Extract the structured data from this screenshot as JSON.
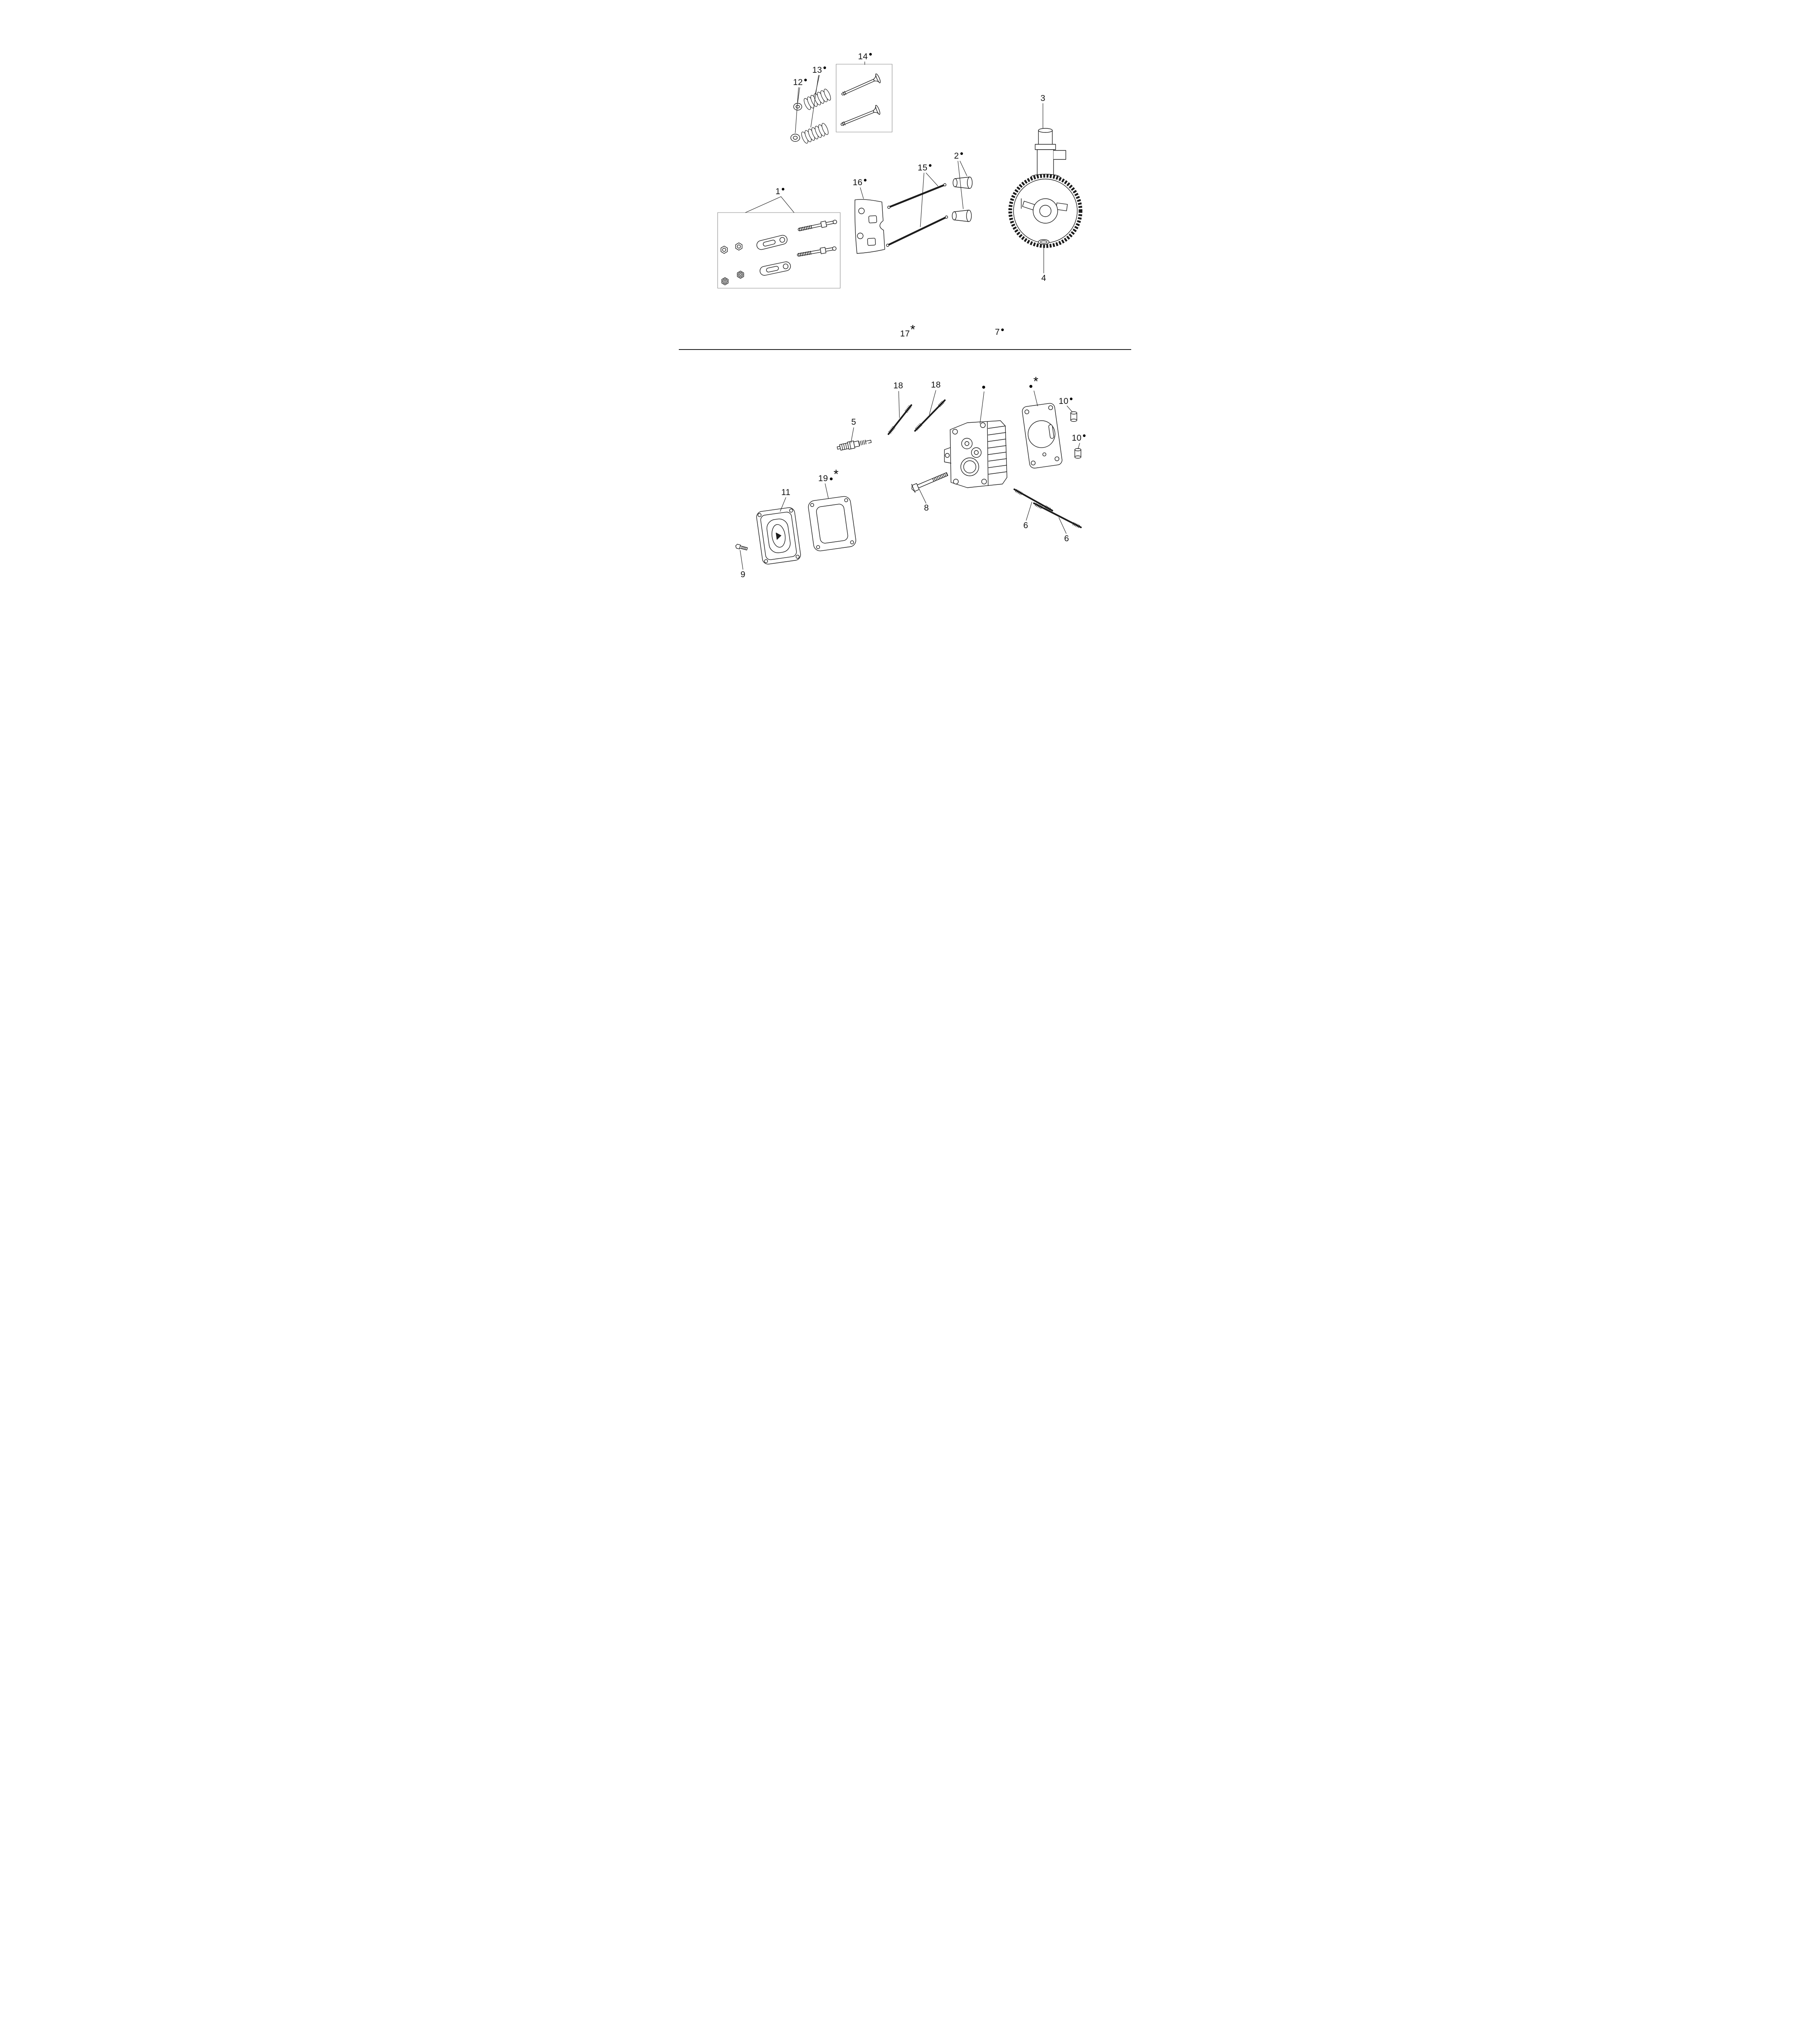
{
  "page": {
    "background": "#ffffff",
    "line_color": "#1c1c1c",
    "box_color": "#8a8a8a",
    "divider_color": "#1c1c1c"
  },
  "symbols": {
    "dot": "●",
    "asterisk": "*"
  },
  "callouts": {
    "c1": {
      "text": "1",
      "marker": "dot"
    },
    "c2": {
      "text": "2",
      "marker": "dot"
    },
    "c3": {
      "text": "3",
      "marker": "none"
    },
    "c4": {
      "text": "4",
      "marker": "none"
    },
    "c5": {
      "text": "5",
      "marker": "none"
    },
    "c6a": {
      "text": "6",
      "marker": "none"
    },
    "c6b": {
      "text": "6",
      "marker": "none"
    },
    "c7": {
      "text": "7",
      "marker": "dot"
    },
    "c8": {
      "text": "8",
      "marker": "none"
    },
    "c9": {
      "text": "9",
      "marker": "none"
    },
    "c10a": {
      "text": "10",
      "marker": "dot"
    },
    "c10b": {
      "text": "10",
      "marker": "dot"
    },
    "c11": {
      "text": "11",
      "marker": "none"
    },
    "c12": {
      "text": "12",
      "marker": "dot"
    },
    "c13": {
      "text": "13",
      "marker": "dot"
    },
    "c14": {
      "text": "14",
      "marker": "dot"
    },
    "c15": {
      "text": "15",
      "marker": "dot"
    },
    "c16": {
      "text": "16",
      "marker": "dot"
    },
    "c17": {
      "text": "17",
      "marker": "asterisk"
    },
    "c18a": {
      "text": "18",
      "marker": "none"
    },
    "c18b": {
      "text": "18",
      "marker": "none"
    },
    "c19": {
      "text": "19",
      "marker": "dot-asterisk"
    },
    "head_marker": {
      "text": "",
      "marker": "dot"
    },
    "gasket_marker": {
      "text": "",
      "marker": "dot-asterisk"
    }
  }
}
